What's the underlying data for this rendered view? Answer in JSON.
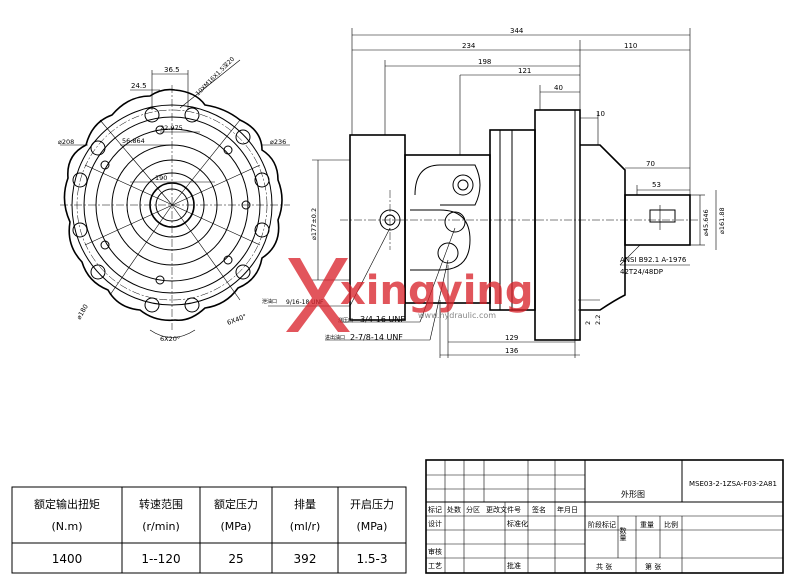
{
  "front_view": {
    "dims": {
      "d_36_5": "36.5",
      "d_24_5": "24.5",
      "d_bolt_circle": "10XM16X1.5深20",
      "d_56_864": "56.864",
      "d_22_975": "22.975",
      "d_190": "190",
      "d_phi_208": "⌀208",
      "d_phi_236": "⌀236",
      "d_phi_180": "⌀180",
      "d_6x20": "6X20°",
      "d_6x40": "6X40°"
    }
  },
  "side_view": {
    "dims": {
      "d_344": "344",
      "d_234": "234",
      "d_110": "110",
      "d_198": "198",
      "d_121": "121",
      "d_40": "40",
      "d_10": "10",
      "d_70": "70",
      "d_53": "53",
      "d_177": "⌀177±0.2",
      "d_45": "⌀45.646",
      "d_phi_161": "⌀161.88",
      "d_129": "129",
      "d_136": "136",
      "d_2_2": "2.2",
      "d_2": "2"
    },
    "spline_spec_1": "ANSI B92.1 A-1976",
    "spline_spec_2": "42T24/48DP",
    "port_1_label": "泄油口",
    "port_1_thread": "9/16-18 UNF",
    "port_2_label": "测压口",
    "port_2_thread": "3/4-16 UNF",
    "port_3_label": "进出油口",
    "port_3_thread": "2-7/8-14 UNF"
  },
  "watermark": {
    "brand": "xingying",
    "site": "www.hydraulic.com"
  },
  "spec_table": {
    "headers": [
      {
        "zh": "额定输出扭矩",
        "unit": "(N.m)"
      },
      {
        "zh": "转速范围",
        "unit": "(r/min)"
      },
      {
        "zh": "额定压力",
        "unit": "(MPa)"
      },
      {
        "zh": "排量",
        "unit": "(ml/r)"
      },
      {
        "zh": "开启压力",
        "unit": "(MPa)"
      }
    ],
    "values": [
      "1400",
      "1--120",
      "25",
      "392",
      "1.5-3"
    ]
  },
  "title_block": {
    "part_number": "MSE03-2-1ZSA-F03-2A81",
    "title": "外形图",
    "row_labels": [
      "标记",
      "处数",
      "分区",
      "更改文件号",
      "签名",
      "年月日"
    ],
    "design": "设计",
    "standardize": "标准化",
    "review": "审核",
    "process": "工艺",
    "approve": "批准",
    "stage_mark": "阶段标记",
    "quantity": "数量",
    "weight": "重量",
    "scale": "比例",
    "total_sheets": "共   张",
    "sheet_no": "第   张"
  },
  "colors": {
    "line": "#000000",
    "watermark_red": "#d9222a",
    "watermark_grey": "#7a7a7a"
  }
}
